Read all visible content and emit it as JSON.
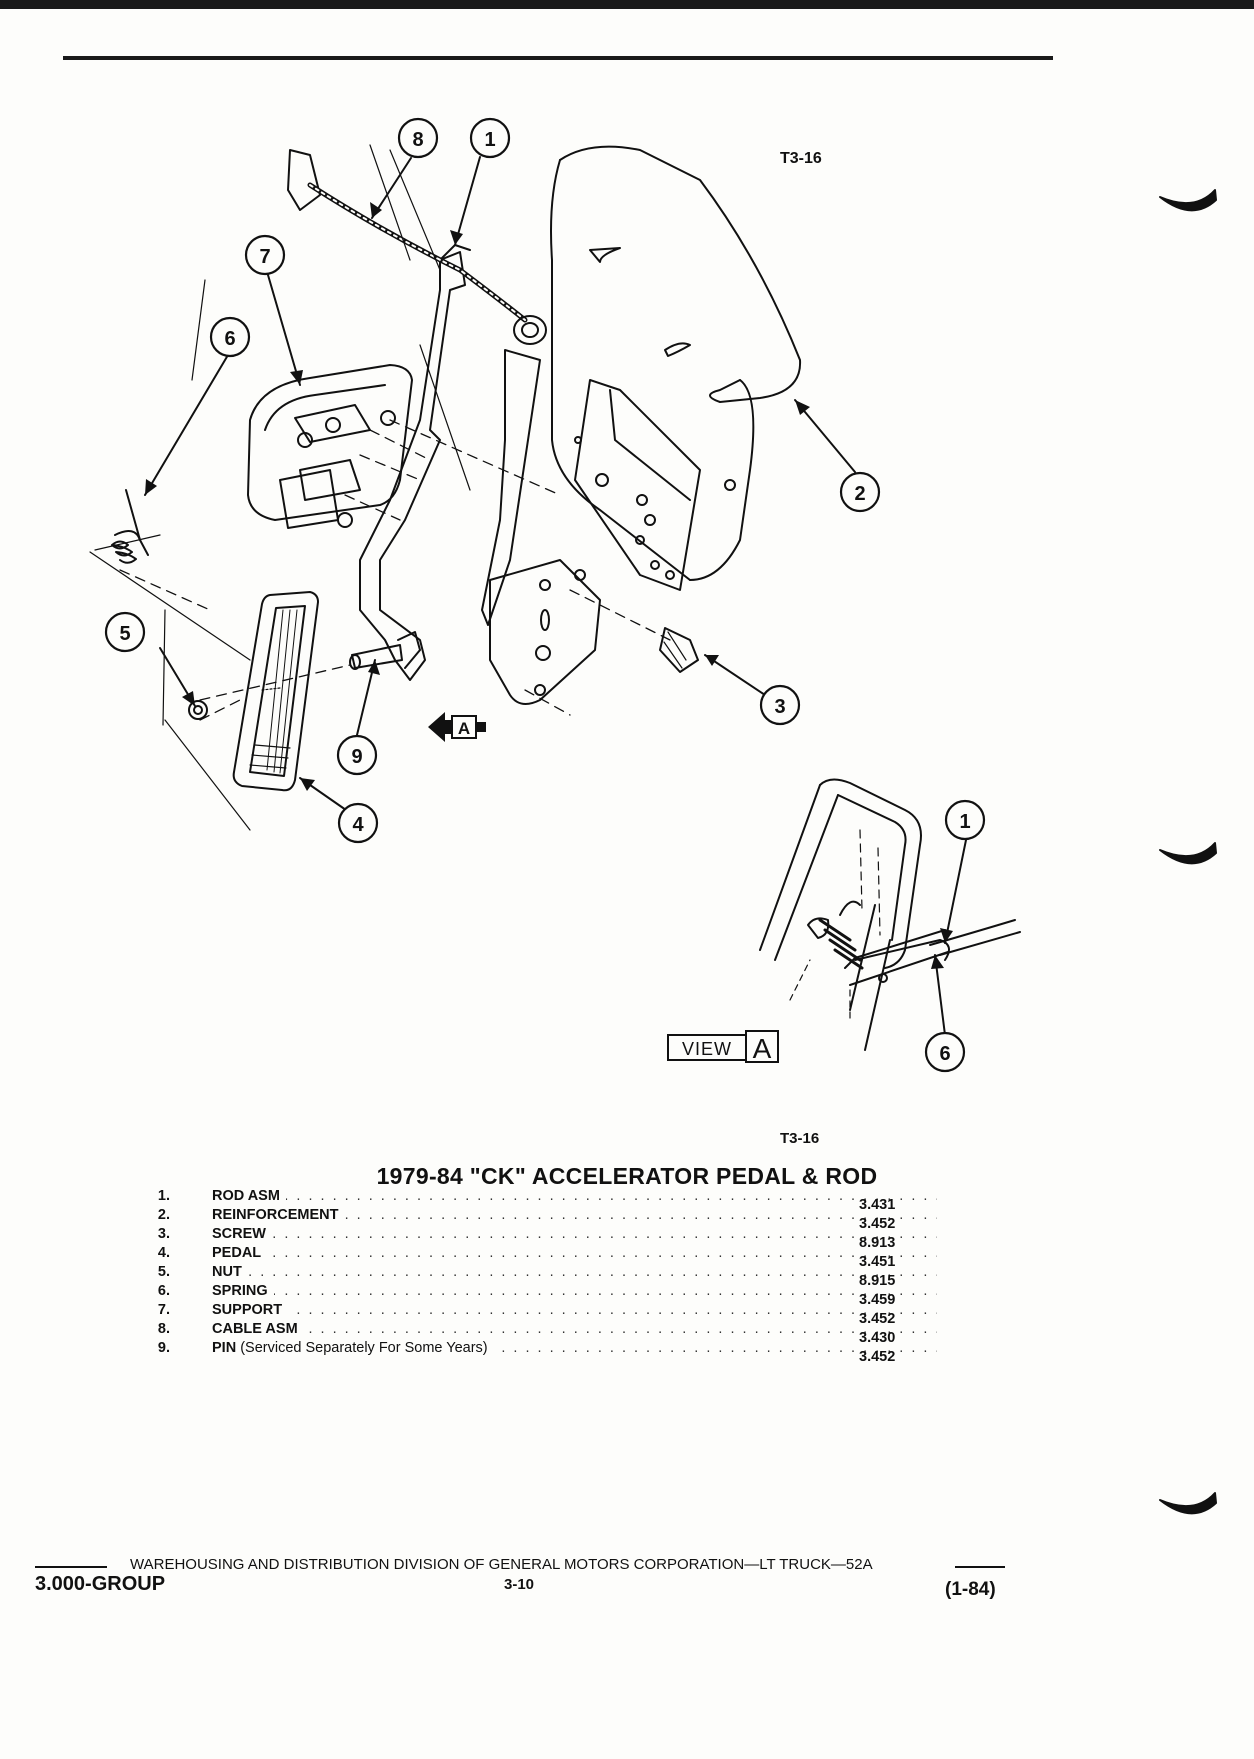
{
  "figure": {
    "ref_top": "T3-16",
    "ref_bottom": "T3-16",
    "view_label": "VIEW",
    "view_letter": "A",
    "view_arrow_letter": "A",
    "callouts": [
      "1",
      "2",
      "3",
      "4",
      "5",
      "6",
      "7",
      "8",
      "9",
      "1",
      "6"
    ]
  },
  "title": "1979-84 \"CK\" ACCELERATOR PEDAL & ROD",
  "parts": [
    {
      "num": "1.",
      "name": "ROD ASM",
      "desc": "",
      "code": "3.431"
    },
    {
      "num": "2.",
      "name": "REINFORCEMENT",
      "desc": "",
      "code": "3.452"
    },
    {
      "num": "3.",
      "name": "SCREW",
      "desc": "",
      "code": "8.913"
    },
    {
      "num": "4.",
      "name": "PEDAL",
      "desc": "",
      "code": "3.451"
    },
    {
      "num": "5.",
      "name": "NUT",
      "desc": "",
      "code": "8.915"
    },
    {
      "num": "6.",
      "name": "SPRING",
      "desc": "",
      "code": "3.459"
    },
    {
      "num": "7.",
      "name": "SUPPORT",
      "desc": "",
      "code": "3.452"
    },
    {
      "num": "8.",
      "name": "CABLE ASM",
      "desc": "",
      "code": "3.430"
    },
    {
      "num": "9.",
      "name": "PIN",
      "desc": "(Serviced Separately For Some Years)",
      "code": "3.452"
    }
  ],
  "footer": {
    "line": "WAREHOUSING AND DISTRIBUTION  DIVISION OF GENERAL MOTORS CORPORATION—LT TRUCK—52A",
    "group": "3.000-GROUP",
    "page": "3-10",
    "date": "(1-84)"
  }
}
